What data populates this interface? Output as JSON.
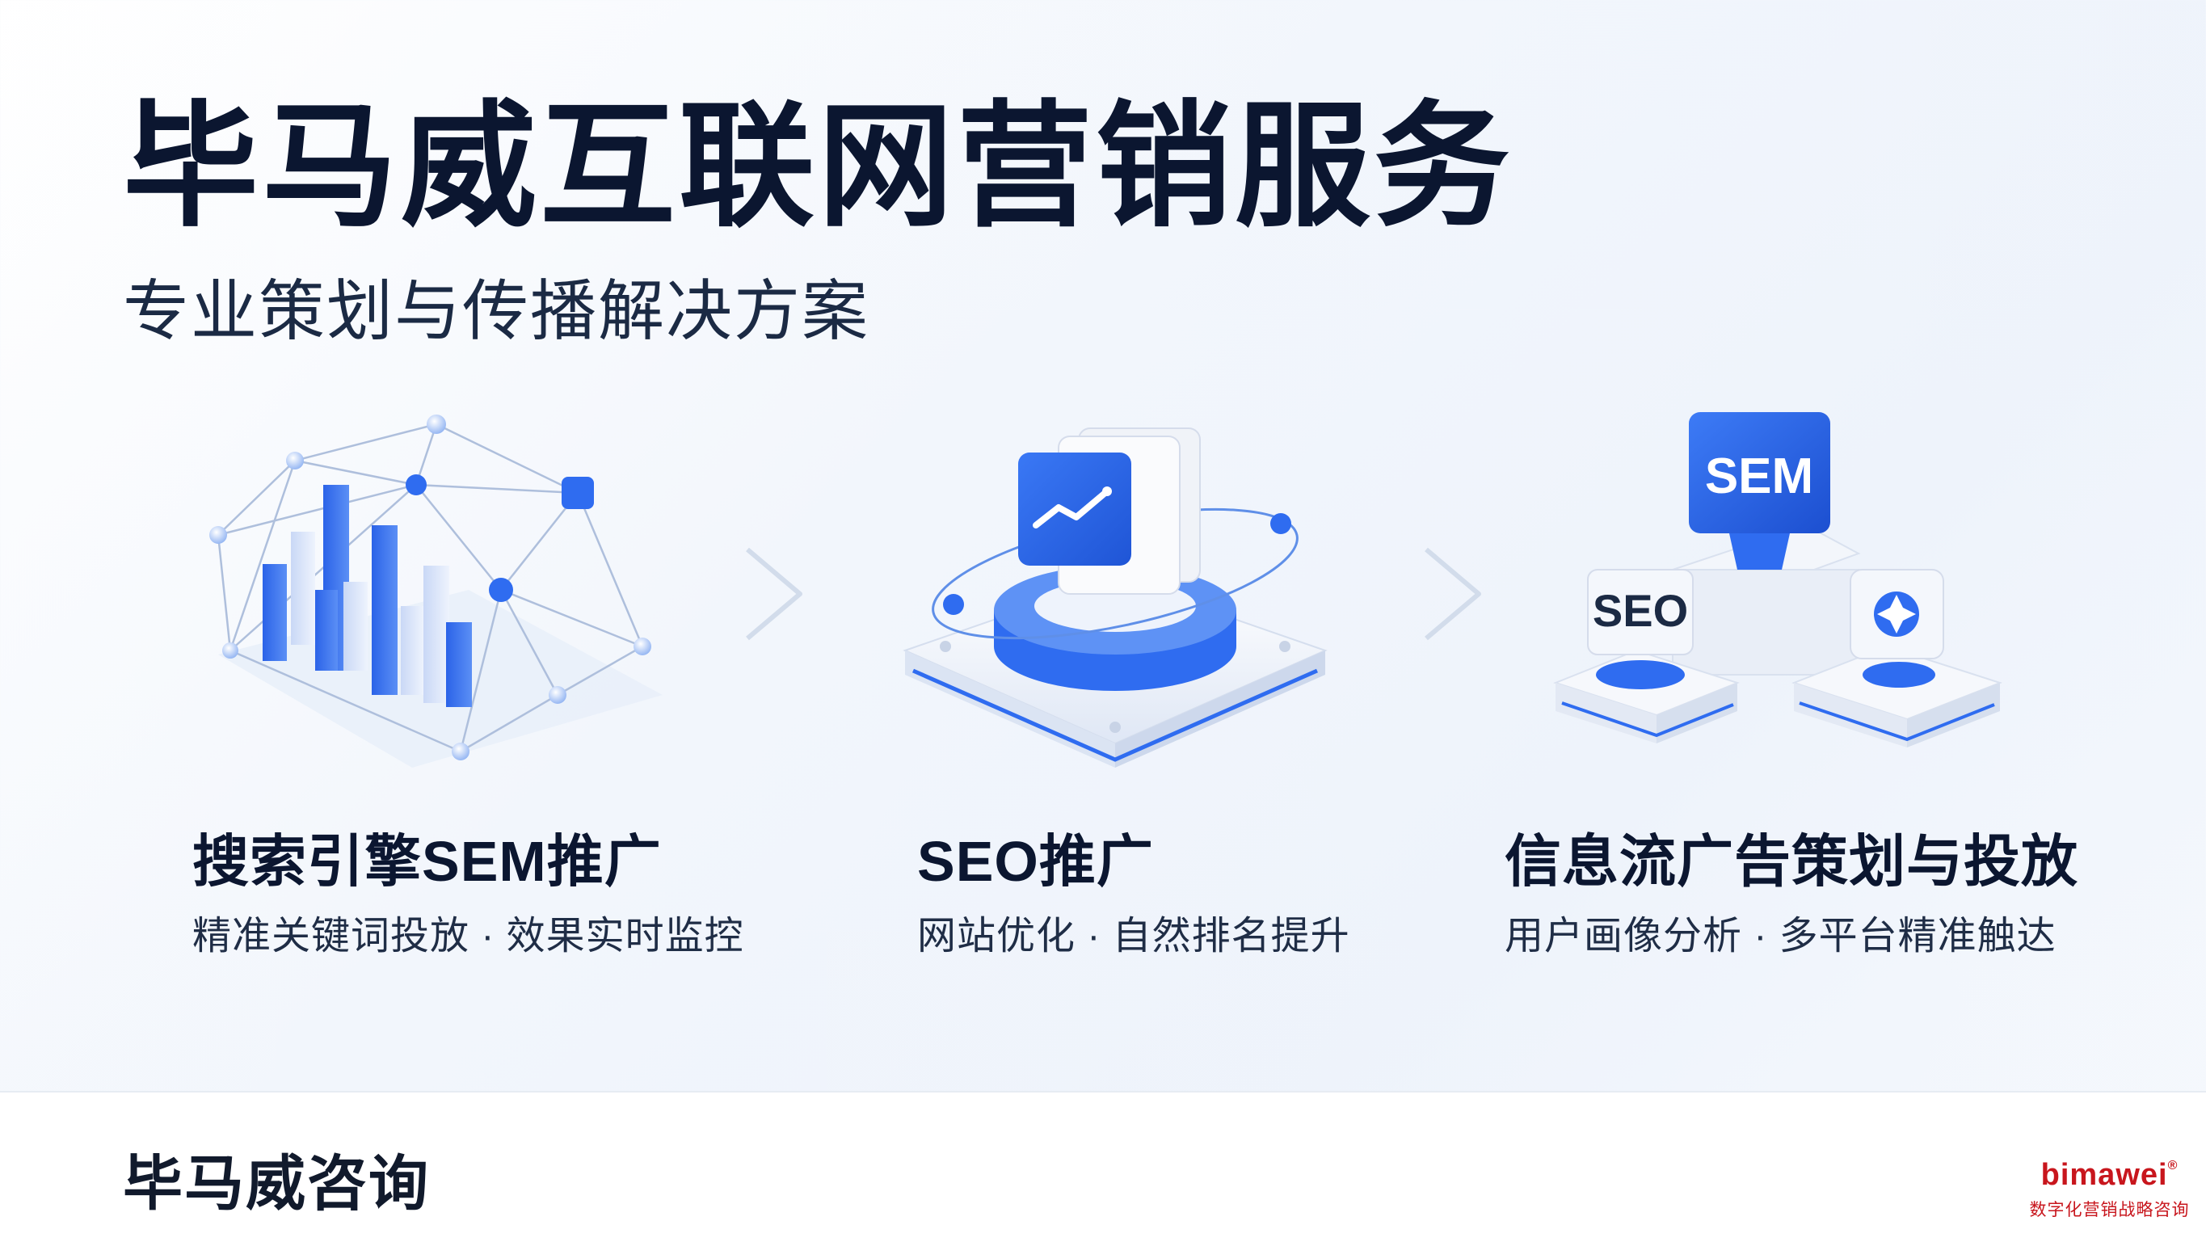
{
  "hero": {
    "title": "毕马威互联网营销服务",
    "subtitle": "专业策划与传播解决方案"
  },
  "services": [
    {
      "title": "搜索引擎SEM推广",
      "desc": "精准关键词投放 · 效果实时监控",
      "icon": "analytics-network-icon"
    },
    {
      "title": "SEO推广",
      "desc": "网站优化 · 自然排名提升",
      "icon": "seo-monitor-platform-icon"
    },
    {
      "title": "信息流广告策划与投放",
      "desc": "用户画像分析 · 多平台精准触达",
      "icon": "sem-seo-platforms-icon"
    }
  ],
  "illustration_labels": {
    "sem": "SEM",
    "seo": "SEO"
  },
  "footer": {
    "brand": "毕马威咨询",
    "logo_word": "bimawei",
    "logo_reg": "®",
    "logo_tagline": "数字化营销战略咨询"
  },
  "colors": {
    "accent_blue": "#2f6cf0",
    "logo_red": "#c8161d",
    "text_dark": "#0b1630"
  }
}
